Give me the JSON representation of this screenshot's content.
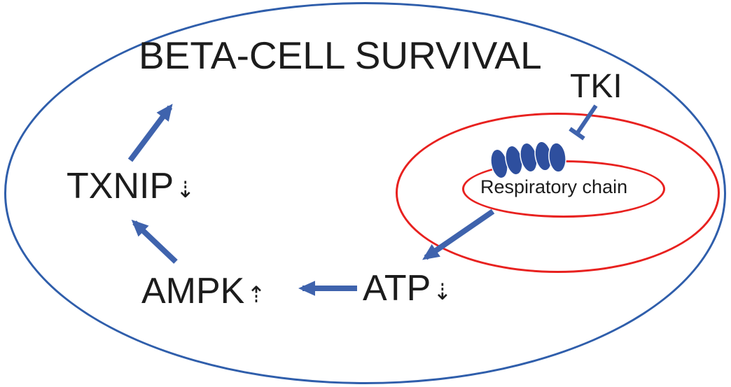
{
  "diagram": {
    "title": "BETA-CELL SURVIVAL",
    "nodes": {
      "tki": {
        "label": "TKI"
      },
      "respiratory_chain": {
        "label": "Respiratory chain"
      },
      "atp": {
        "label": "ATP",
        "change": "decrease",
        "glyph": "⇣"
      },
      "ampk": {
        "label": "AMPK",
        "change": "increase",
        "glyph": "⇡"
      },
      "txnip": {
        "label": "TXNIP",
        "change": "decrease",
        "glyph": "⇣"
      }
    },
    "edges": [
      {
        "from": "TKI",
        "to": "Respiratory chain",
        "type": "inhibition"
      },
      {
        "from": "Respiratory chain",
        "to": "ATP",
        "type": "activation"
      },
      {
        "from": "ATP",
        "to": "AMPK",
        "type": "activation"
      },
      {
        "from": "AMPK",
        "to": "TXNIP",
        "type": "activation"
      },
      {
        "from": "TXNIP",
        "to": "BETA-CELL SURVIVAL",
        "type": "activation"
      }
    ]
  },
  "colors": {
    "cell_outline": "#2f5eab",
    "mito_outline": "#e8211f",
    "arrow": "#3f63ad",
    "bead_fill": "#2e4f9e",
    "text": "#1c1c1c",
    "background": "#ffffff"
  }
}
